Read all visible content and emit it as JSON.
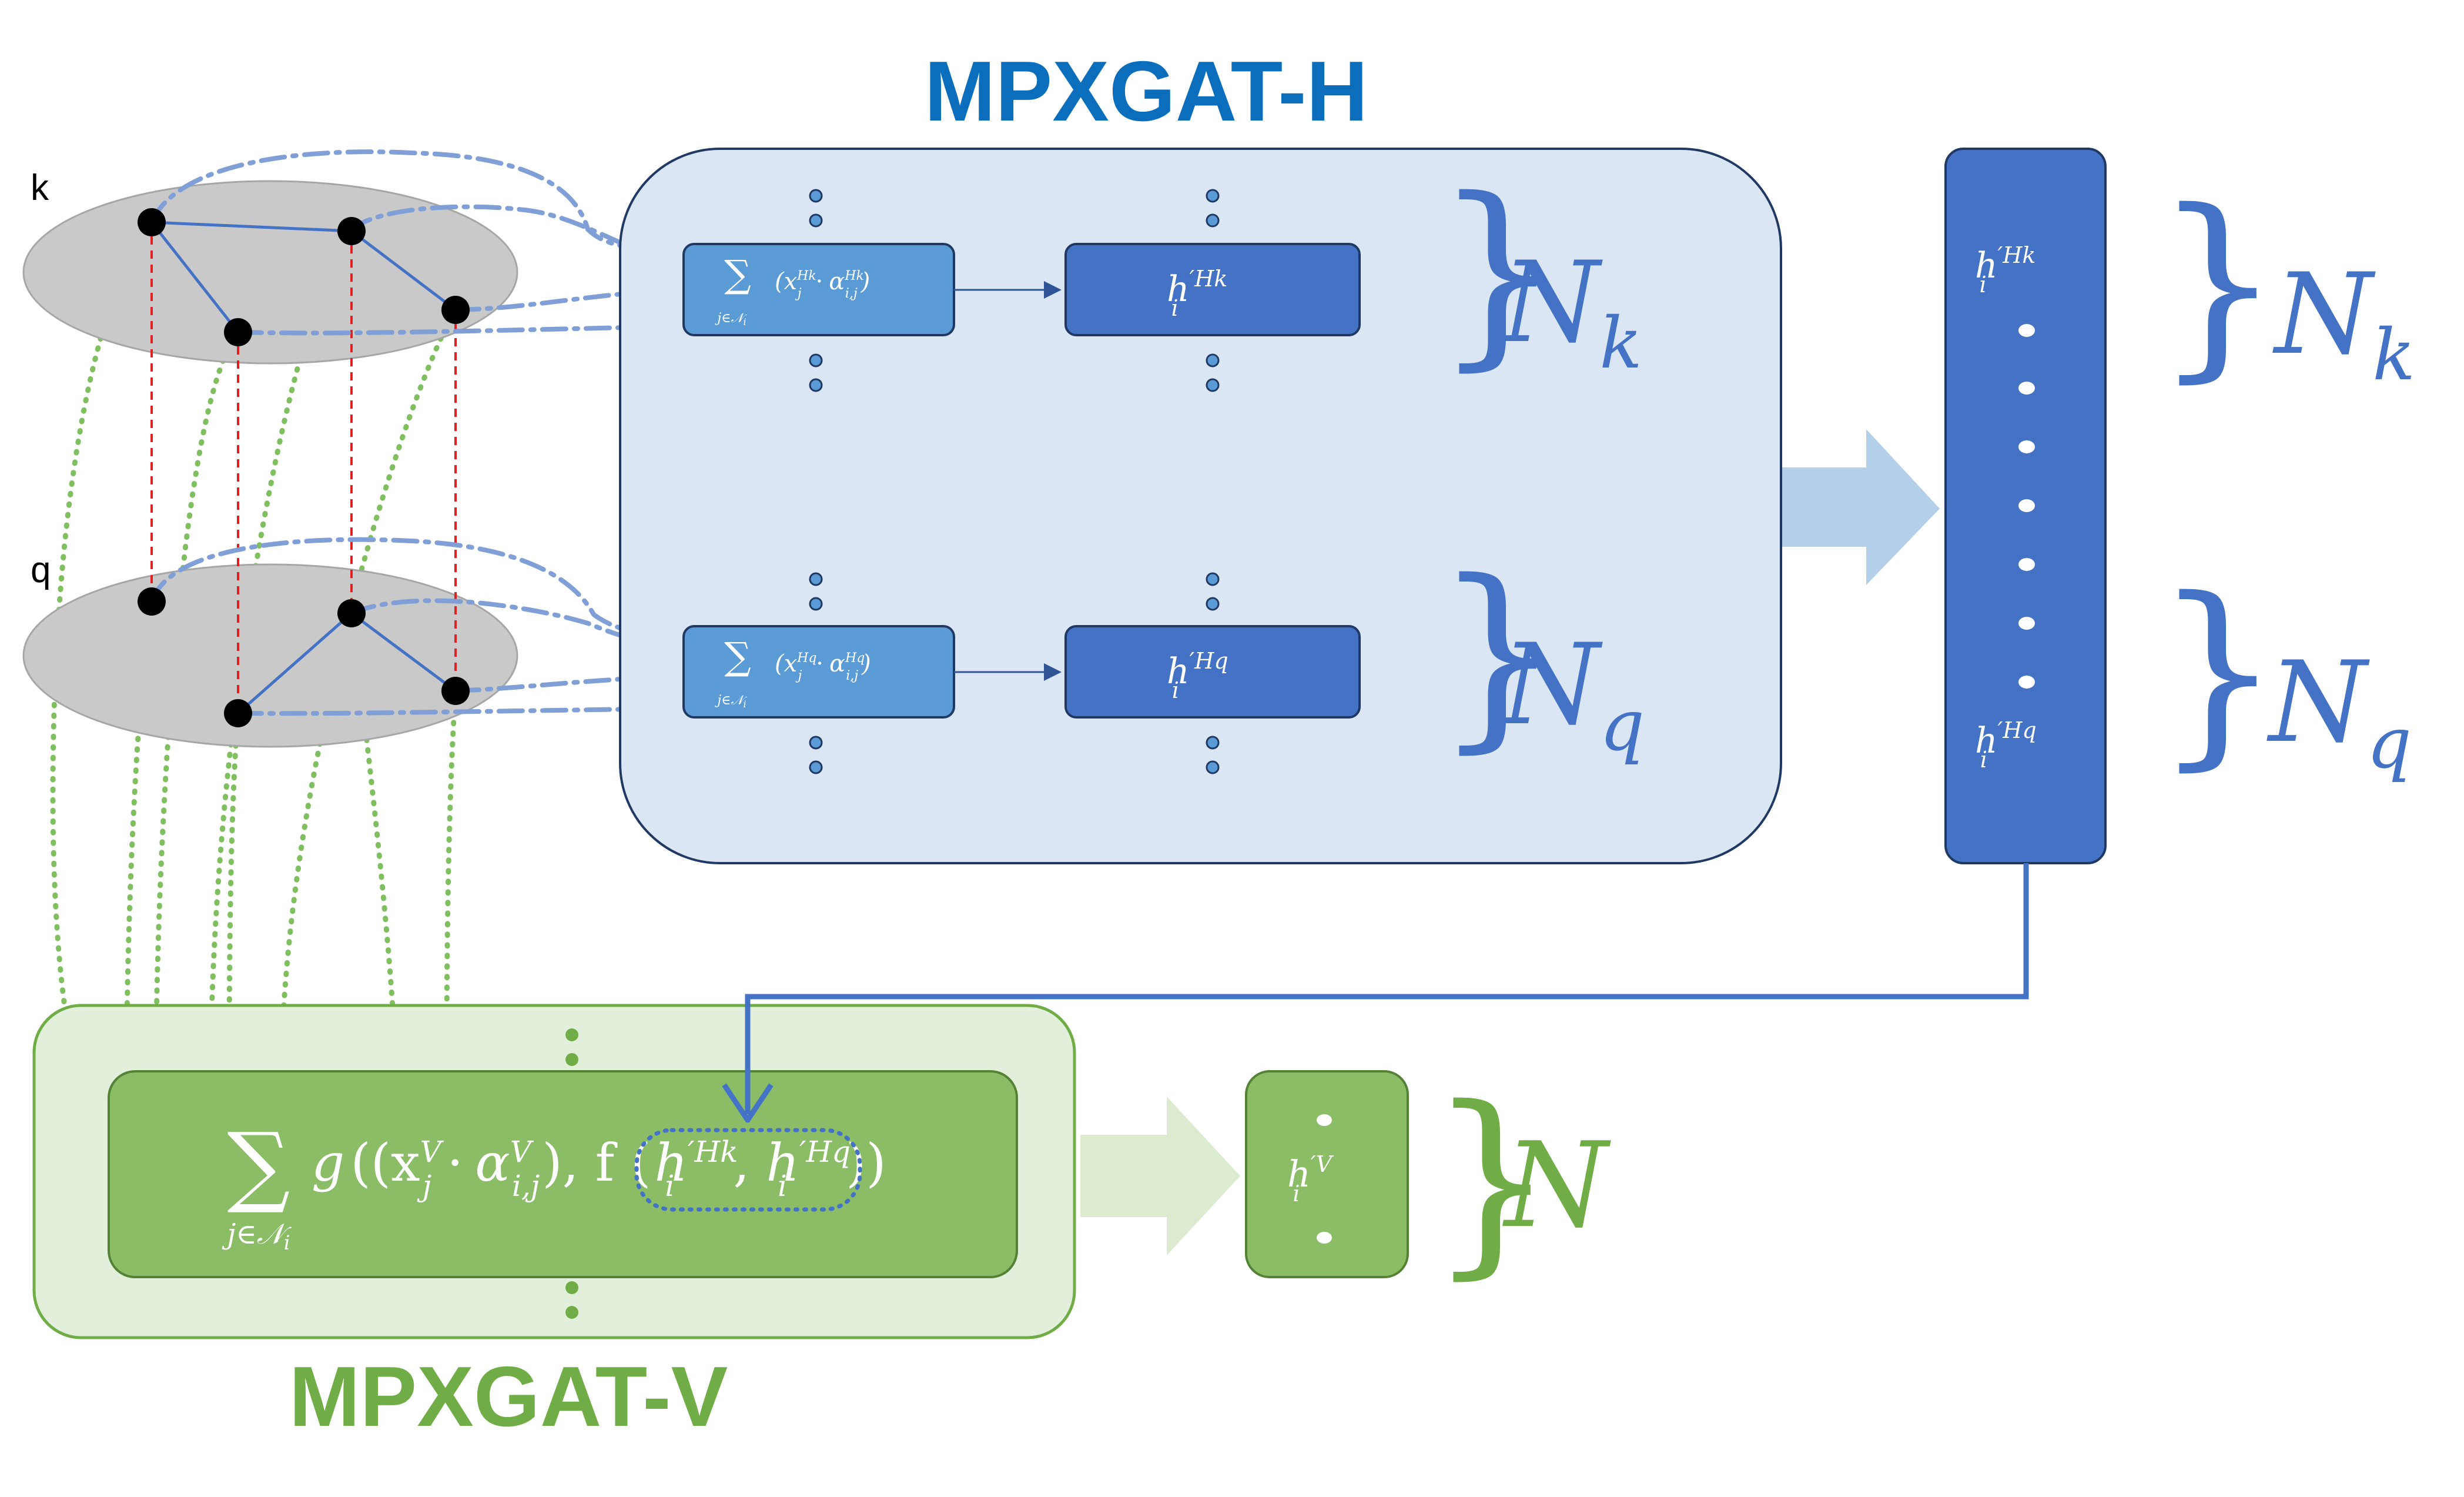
{
  "titles": {
    "horizontal": "MPXGAT-H",
    "vertical": "MPXGAT-V"
  },
  "layers": {
    "top": "k",
    "bottom": "q"
  },
  "aggregation_k": {
    "sum_symbol": "∑",
    "index": "j∈𝒩",
    "index_sub": "i",
    "term": "(x",
    "term_sup": "Hk",
    "term_sub": "j",
    "dot": "·",
    "alpha": "α",
    "alpha_sup": "Hk",
    "alpha_sub": "i,j",
    "close": ")"
  },
  "aggregation_q": {
    "sum_symbol": "∑",
    "index": "j∈𝒩",
    "index_sub": "i",
    "term": "(x",
    "term_sup": "Hq",
    "term_sub": "j",
    "dot": "·",
    "alpha": "α",
    "alpha_sup": "Hq",
    "alpha_sub": "i,j",
    "close": ")"
  },
  "embeddings": {
    "hk": {
      "base": "h",
      "sup": "′Hk",
      "sub": "i"
    },
    "hq": {
      "base": "h",
      "sup": "′Hq",
      "sub": "i"
    },
    "hv": {
      "base": "h",
      "sup": "′V",
      "sub": "i"
    }
  },
  "braces": {
    "nk_base": "N",
    "nk_sub": "k",
    "nq_base": "N",
    "nq_sub": "q",
    "n": "N"
  },
  "vertical_formula": {
    "sum_symbol": "∑",
    "index": "j∈𝒩",
    "index_sub": "i",
    "g": "g",
    "open": "((x",
    "x_sup": "V",
    "x_sub": "j",
    "dot": "·",
    "alpha": "α",
    "alpha_sup": "V",
    "alpha_sub": "i,j",
    "mid": "), f (",
    "h": "h",
    "hk_sup": "′Hk",
    "hk_sub": "i",
    "comma": ", ",
    "hq_sup": "′Hq",
    "hq_sub": "i",
    "close": "))"
  },
  "colors": {
    "title_blue": "#0A6EBD",
    "title_green": "#70AD47",
    "panel_blue_fill": "#DAE6F3",
    "panel_blue_stroke": "#1F3864",
    "box_light_blue": "#5B9BD5",
    "box_dark_blue": "#4472C4",
    "arrow_light_blue": "#B4CFEA",
    "panel_green_fill": "#E2EFDA",
    "panel_green_stroke": "#70AD47",
    "box_green": "#8BBC66",
    "arrow_light_green": "#DCEBD0",
    "edge_red": "#E02020",
    "link_dash_blue": "#7F9FD6",
    "link_dot_green": "#7FBF5F",
    "ellipse_gray": "#C9C9C9"
  }
}
